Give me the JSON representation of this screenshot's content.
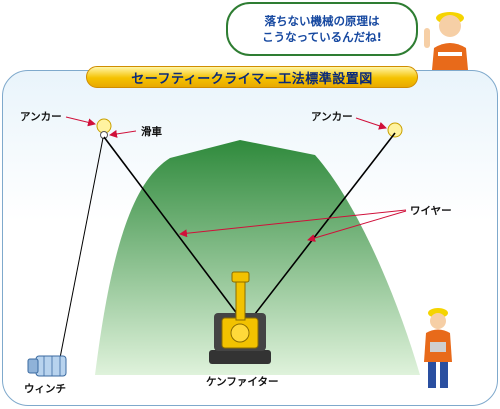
{
  "title": "セーフティークライマー工法標準設置図",
  "speech": {
    "line1": "落ちない機械の原理は",
    "line2": "こうなっているんだね!"
  },
  "labels": {
    "anchor_left": "アンカー",
    "anchor_right": "アンカー",
    "pulley": "滑車",
    "wire": "ワイヤー",
    "winch": "ウィンチ",
    "ken_fighter": "ケンファイター"
  },
  "colors": {
    "mountain_top": "#2f8a3c",
    "mountain_bottom": "#d8efd5",
    "title_bar": "#f5c200",
    "title_text": "#0a2a78",
    "wire": "#000000",
    "arrow": "#d0103a",
    "machine": "#f2c200"
  }
}
